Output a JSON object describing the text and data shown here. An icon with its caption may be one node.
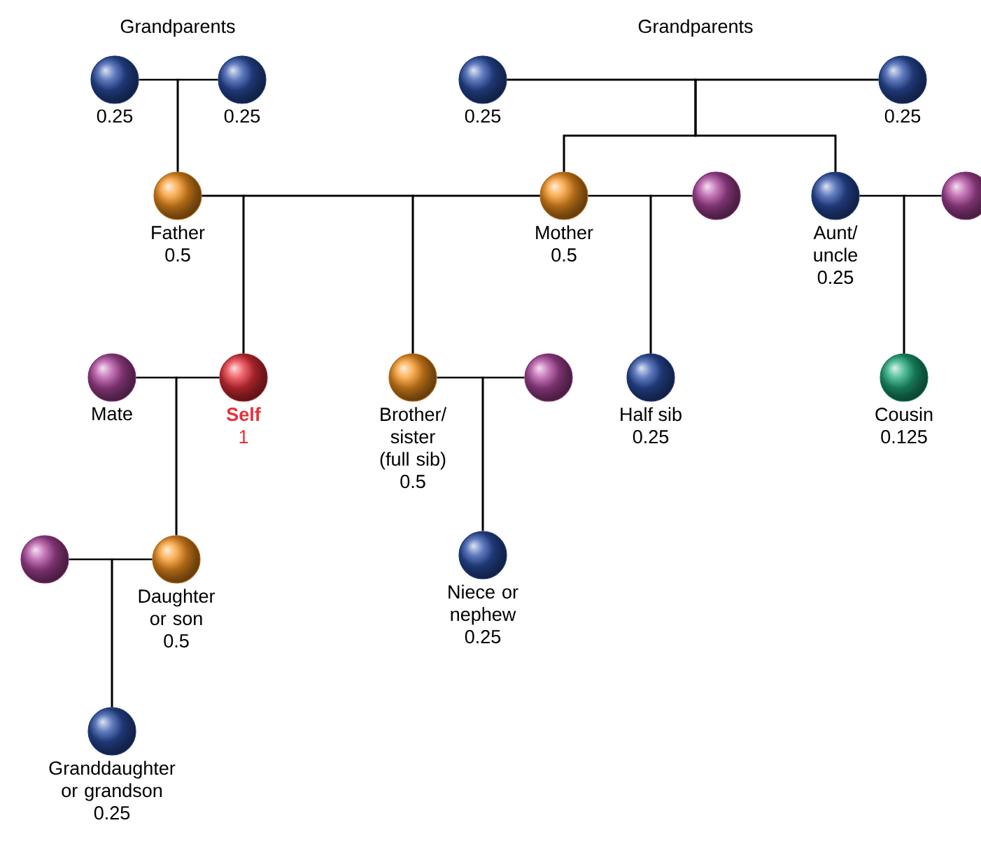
{
  "diagram": {
    "nodes": [
      {
        "text": [],
        "shape": "circle",
        "beside": [
          "0.25"
        ]
      },
      {
        "text": [],
        "shape": "circle",
        "beside": [
          "0.25"
        ]
      },
      {
        "text": [],
        "shape": "circle",
        "beside": [
          "0.25"
        ]
      },
      {
        "text": [],
        "shape": "circle",
        "beside": [
          "0.25"
        ]
      },
      {
        "text": [],
        "shape": "circle",
        "beside": [
          "Father",
          "0.5"
        ]
      },
      {
        "text": [],
        "shape": "circle",
        "beside": [
          "Mother",
          "0.5"
        ]
      },
      {
        "text": [],
        "shape": "circle"
      },
      {
        "text": [],
        "shape": "circle",
        "beside": [
          "Aunt/ uncle",
          "0.25"
        ]
      },
      {
        "text": [],
        "shape": "circle"
      },
      {
        "text": [],
        "shape": "circle",
        "beside": [
          "Mate"
        ]
      },
      {
        "text": [],
        "shape": "circle",
        "beside": [
          "Self",
          "1"
        ]
      },
      {
        "text": [],
        "shape": "circle",
        "beside": [
          "Brother/ sister (full sib)",
          "0.5"
        ]
      },
      {
        "text": [],
        "shape": "circle"
      },
      {
        "text": [],
        "shape": "circle",
        "beside": [
          "Half sib",
          "0.25"
        ]
      },
      {
        "text": [],
        "shape": "circle",
        "beside": [
          "Cousin",
          "0.125"
        ]
      },
      {
        "text": [],
        "shape": "circle"
      },
      {
        "text": [],
        "shape": "circle",
        "beside": [
          "Daughter or son",
          "0.5"
        ]
      },
      {
        "text": [],
        "shape": "circle",
        "beside": [
          "Niece or nephew",
          "0.25"
        ]
      },
      {
        "text": [],
        "shape": "circle",
        "beside": [
          "Granddaughter or grandson",
          "0.25"
        ]
      }
    ],
    "edges": [
      {
        "from": 0,
        "to": 4,
        "arrow": "none"
      },
      {
        "from": 1,
        "to": 4,
        "arrow": "none"
      },
      {
        "from": 2,
        "to": 5,
        "arrow": "none"
      },
      {
        "from": 3,
        "to": 5,
        "arrow": "none"
      },
      {
        "from": 2,
        "to": 7,
        "arrow": "none"
      },
      {
        "from": 3,
        "to": 7,
        "arrow": "none"
      },
      {
        "from": 4,
        "to": 10,
        "arrow": "none"
      },
      {
        "from": 5,
        "to": 10,
        "arrow": "none"
      },
      {
        "from": 4,
        "to": 11,
        "arrow": "none"
      },
      {
        "from": 5,
        "to": 11,
        "arrow": "none"
      },
      {
        "from": 5,
        "to": 13,
        "arrow": "none"
      },
      {
        "from": 6,
        "to": 13,
        "arrow": "none"
      },
      {
        "from": 7,
        "to": 14,
        "arrow": "none"
      },
      {
        "from": 8,
        "to": 14,
        "arrow": "none"
      },
      {
        "from": 9,
        "to": 16,
        "arrow": "none"
      },
      {
        "from": 10,
        "to": 16,
        "arrow": "none"
      },
      {
        "from": 11,
        "to": 17,
        "arrow": "none"
      },
      {
        "from": 12,
        "to": 17,
        "arrow": "none"
      },
      {
        "from": 15,
        "to": 18,
        "arrow": "none"
      },
      {
        "from": 16,
        "to": 18,
        "arrow": "none"
      }
    ],
    "labels": [
      "Grandparents",
      "Grandparents"
    ]
  }
}
